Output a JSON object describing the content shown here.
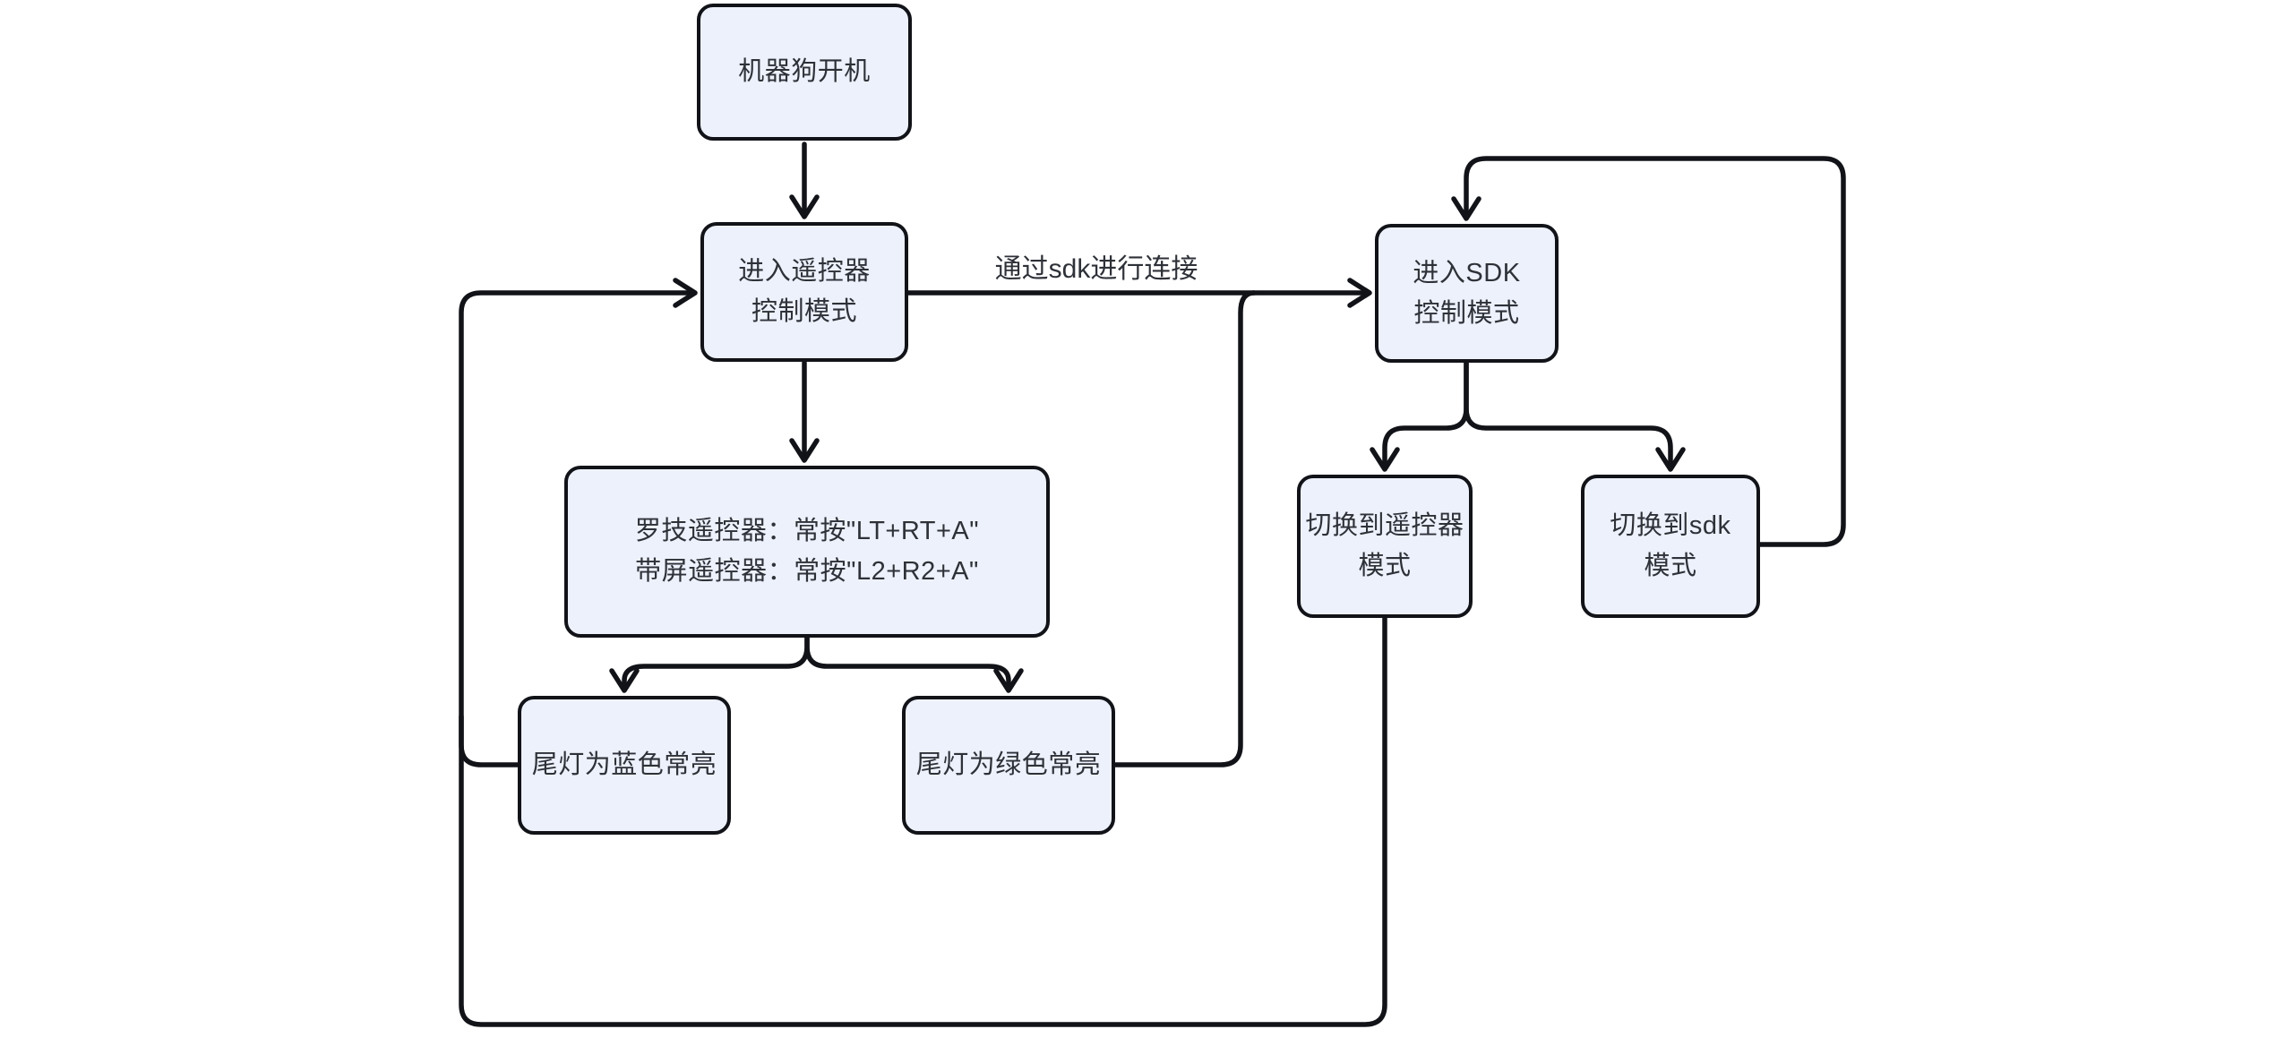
{
  "diagram": {
    "colors": {
      "node_fill": "#edf1fb",
      "node_border": "#111318",
      "line_color": "#111318",
      "text_color": "#2e3138",
      "bg_color": "#ffffff"
    },
    "nodes": [
      {
        "id": "power-on",
        "label": "机器狗开机"
      },
      {
        "id": "remote-control-mode",
        "label": "进入遥控器\n控制模式"
      },
      {
        "id": "sdk-control-mode",
        "label": "进入SDK\n控制模式"
      },
      {
        "id": "controller-instructions",
        "label": "罗技遥控器：常按\"LT+RT+A\"\n带屏遥控器：常按\"L2+R2+A\""
      },
      {
        "id": "tail-light-blue",
        "label": "尾灯为蓝色常亮"
      },
      {
        "id": "tail-light-green",
        "label": "尾灯为绿色常亮"
      },
      {
        "id": "switch-to-remote",
        "label": "切换到遥控器\n模式"
      },
      {
        "id": "switch-to-sdk",
        "label": "切换到sdk\n模式"
      }
    ],
    "edge_label": {
      "text": "通过sdk进行连接"
    }
  }
}
